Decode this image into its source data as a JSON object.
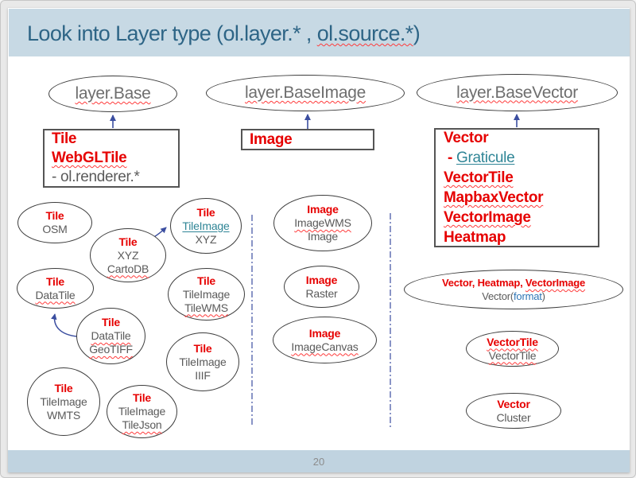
{
  "colors": {
    "title_text": "#2e6586",
    "title_band": "#c7d9e4",
    "footer_band": "#c0d3e0",
    "class_red": "#e60000",
    "text_gray": "#5a5a5a",
    "hyperlink_teal": "#2f8596",
    "format_blue": "#2e75b5",
    "arrow_navy": "#3b4ea0",
    "spellcheck_red": "#ff3b3b"
  },
  "slide": {
    "title_part1": "Look into Layer type (ol.layer.* , ",
    "title_part2": "ol.source.*",
    "title_part3": ")",
    "page_number": "20"
  },
  "hierarchy": {
    "base": {
      "label": "layer.Base"
    },
    "base_image": {
      "label": "layer.BaseImage"
    },
    "base_vector": {
      "label": "layer.BaseVector"
    }
  },
  "layer_boxes": {
    "tile": {
      "l1": "Tile",
      "l2": "WebGLTile",
      "l3": "- ol.renderer.*"
    },
    "image": {
      "l1": "Image"
    },
    "vector": {
      "l1": "Vector",
      "l2_dash": "- ",
      "l2_link": "Graticule",
      "l3": "VectorTile",
      "l4": "MapbaxVector",
      "l5": "VectorImage",
      "l6": "Heatmap"
    }
  },
  "sources": {
    "osm": {
      "l1": "Tile",
      "l2": "OSM"
    },
    "xyz_cartodb": {
      "l1": "Tile",
      "l2": "XYZ",
      "l3": "CartoDB"
    },
    "tileimage_xyz": {
      "l1": "Tile",
      "l2": "TileImage",
      "l3": "XYZ"
    },
    "datatile": {
      "l1": "Tile",
      "l2": "DataTile"
    },
    "tileimage_tilewms": {
      "l1": "Tile",
      "l2": "TileImage",
      "l3": "TileWMS"
    },
    "datatile_geotiff": {
      "l1": "Tile",
      "l2": "DataTile",
      "l3": "GeoTIFF"
    },
    "tileimage_iiif": {
      "l1": "Tile",
      "l2": "TileImage",
      "l3": "IIIF"
    },
    "tileimage_wmts": {
      "l1": "Tile",
      "l2": "TileImage",
      "l3": "WMTS"
    },
    "tileimage_tilejson": {
      "l1": "Tile",
      "l2": "TileImage",
      "l3": "TileJson"
    },
    "imagewms": {
      "l1": "Image",
      "l2": "ImageWMS",
      "l3": "Image"
    },
    "raster": {
      "l1": "Image",
      "l2": "Raster"
    },
    "imagecanvas": {
      "l1": "Image",
      "l2": "ImageCanvas"
    },
    "vector_group": {
      "l1_prefix": "Vector, Heatmap, ",
      "l1_underlined": "VectorImage",
      "l2_pre": "Vector(",
      "l2_arg": "format",
      "l2_post": ")"
    },
    "vectortile": {
      "l1": "VectorTile",
      "l2": "VectorTile"
    },
    "cluster": {
      "l1": "Vector",
      "l2": "Cluster"
    }
  }
}
